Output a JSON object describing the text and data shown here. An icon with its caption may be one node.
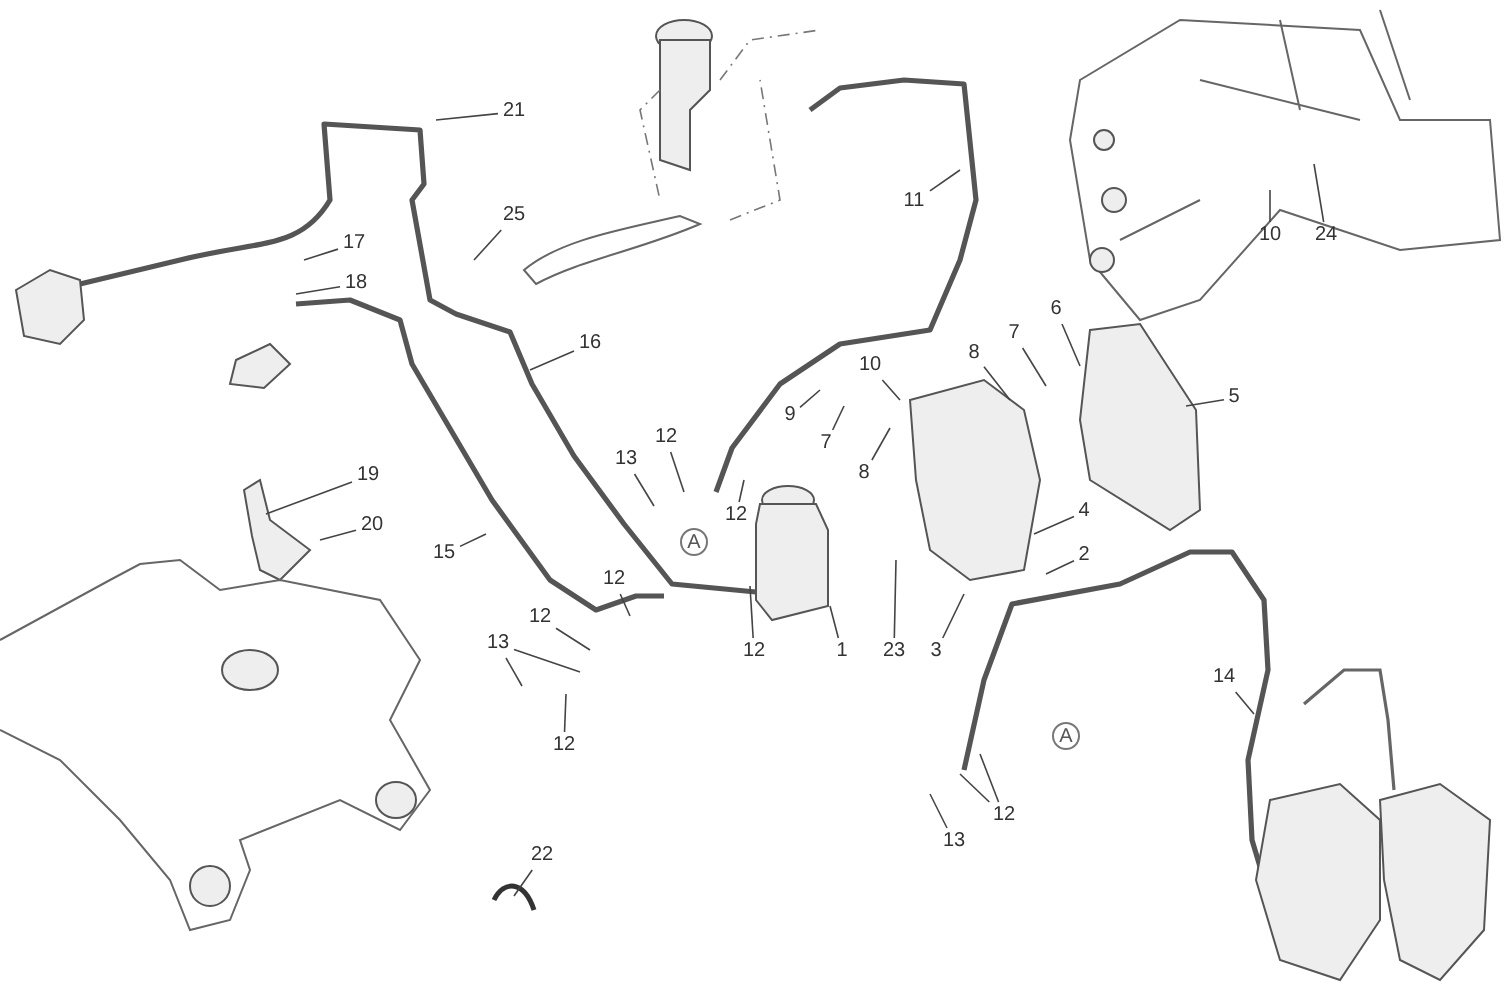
{
  "diagram": {
    "nodes": [
      {
        "text": [
          "21"
        ]
      },
      {
        "text": [
          "11"
        ]
      },
      {
        "text": [
          "25"
        ]
      },
      {
        "text": [
          "10"
        ]
      },
      {
        "text": [
          "24"
        ]
      },
      {
        "text": [
          "17"
        ]
      },
      {
        "text": [
          "18"
        ]
      },
      {
        "text": [
          "6"
        ]
      },
      {
        "text": [
          "7"
        ]
      },
      {
        "text": [
          "16"
        ]
      },
      {
        "text": [
          "8"
        ]
      },
      {
        "text": [
          "10"
        ]
      },
      {
        "text": [
          "5"
        ]
      },
      {
        "text": [
          "9"
        ]
      },
      {
        "text": [
          "12"
        ]
      },
      {
        "text": [
          "7"
        ]
      },
      {
        "text": [
          "13"
        ]
      },
      {
        "text": [
          "8"
        ]
      },
      {
        "text": [
          "19"
        ]
      },
      {
        "text": [
          "4"
        ]
      },
      {
        "text": [
          "12"
        ]
      },
      {
        "text": [
          "20"
        ]
      },
      {
        "text": [
          "A"
        ]
      },
      {
        "text": [
          "15"
        ]
      },
      {
        "text": [
          "2"
        ]
      },
      {
        "text": [
          "12"
        ]
      },
      {
        "text": [
          "12"
        ]
      },
      {
        "text": [
          "13"
        ]
      },
      {
        "text": [
          "1"
        ]
      },
      {
        "text": [
          "23"
        ]
      },
      {
        "text": [
          "3"
        ]
      },
      {
        "text": [
          "12"
        ]
      },
      {
        "text": [
          "14"
        ]
      },
      {
        "text": [
          "A"
        ]
      },
      {
        "text": [
          "12"
        ]
      },
      {
        "text": [
          "12"
        ]
      },
      {
        "text": [
          "13"
        ]
      },
      {
        "text": [
          "22"
        ]
      }
    ],
    "edges": [
      {
        "from": 0,
        "to": null,
        "arrow": "none"
      },
      {
        "from": 1,
        "to": null,
        "arrow": "none"
      },
      {
        "from": 2,
        "to": null,
        "arrow": "none"
      },
      {
        "from": 3,
        "to": null,
        "arrow": "none"
      },
      {
        "from": 4,
        "to": null,
        "arrow": "none"
      },
      {
        "from": 5,
        "to": null,
        "arrow": "none"
      },
      {
        "from": 6,
        "to": null,
        "arrow": "none"
      },
      {
        "from": 7,
        "to": null,
        "arrow": "none"
      },
      {
        "from": 8,
        "to": null,
        "arrow": "none"
      },
      {
        "from": 9,
        "to": null,
        "arrow": "none"
      },
      {
        "from": 10,
        "to": null,
        "arrow": "none"
      },
      {
        "from": 11,
        "to": null,
        "arrow": "none"
      },
      {
        "from": 12,
        "to": null,
        "arrow": "none"
      },
      {
        "from": 13,
        "to": null,
        "arrow": "none"
      },
      {
        "from": 14,
        "to": null,
        "arrow": "none"
      },
      {
        "from": 15,
        "to": null,
        "arrow": "none"
      },
      {
        "from": 16,
        "to": null,
        "arrow": "none"
      },
      {
        "from": 17,
        "to": null,
        "arrow": "none"
      },
      {
        "from": 18,
        "to": null,
        "arrow": "none"
      },
      {
        "from": 19,
        "to": null,
        "arrow": "none"
      },
      {
        "from": 20,
        "to": null,
        "arrow": "none"
      },
      {
        "from": 21,
        "to": null,
        "arrow": "none"
      },
      {
        "from": 23,
        "to": null,
        "arrow": "none"
      },
      {
        "from": 24,
        "to": null,
        "arrow": "none"
      },
      {
        "from": 25,
        "to": null,
        "arrow": "none"
      },
      {
        "from": 26,
        "to": null,
        "arrow": "none"
      },
      {
        "from": 27,
        "to": null,
        "arrow": "none"
      },
      {
        "from": 27,
        "to": null,
        "arrow": "none"
      },
      {
        "from": 28,
        "to": null,
        "arrow": "none"
      },
      {
        "from": 29,
        "to": null,
        "arrow": "none"
      },
      {
        "from": 30,
        "to": null,
        "arrow": "none"
      },
      {
        "from": 31,
        "to": null,
        "arrow": "none"
      },
      {
        "from": 32,
        "to": null,
        "arrow": "none"
      },
      {
        "from": 34,
        "to": null,
        "arrow": "none"
      },
      {
        "from": 35,
        "to": null,
        "arrow": "none"
      },
      {
        "from": 35,
        "to": null,
        "arrow": "none"
      },
      {
        "from": 36,
        "to": null,
        "arrow": "none"
      },
      {
        "from": 37,
        "to": null,
        "arrow": "none"
      }
    ]
  }
}
